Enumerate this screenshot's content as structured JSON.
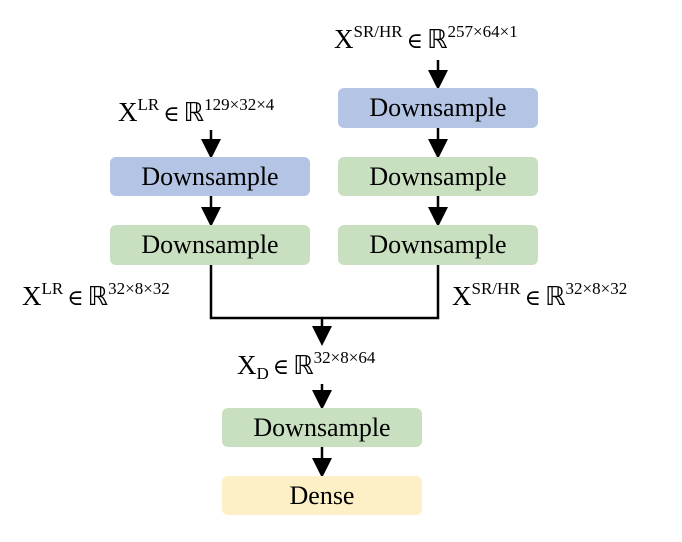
{
  "labels": {
    "x_sr_hr_input": {
      "base": "X",
      "sup": "SR/HR",
      "elem": "∈",
      "set": "ℝ",
      "dims": "257×64×1"
    },
    "x_lr_input": {
      "base": "X",
      "sup": "LR",
      "elem": "∈",
      "set": "ℝ",
      "dims": "129×32×4"
    },
    "x_lr_mid": {
      "base": "X",
      "sup": "LR",
      "elem": "∈",
      "set": "ℝ",
      "dims": "32×8×32"
    },
    "x_sr_hr_mid": {
      "base": "X",
      "sup": "SR/HR",
      "elem": "∈",
      "set": "ℝ",
      "dims": "32×8×32"
    },
    "x_d": {
      "base": "X",
      "sub": "D",
      "elem": "∈",
      "set": "ℝ",
      "dims": "32×8×64"
    }
  },
  "blocks": {
    "lr_down_1": "Downsample",
    "lr_down_2": "Downsample",
    "hr_down_1": "Downsample",
    "hr_down_2": "Downsample",
    "hr_down_3": "Downsample",
    "merged_down": "Downsample",
    "dense": "Dense"
  },
  "colors": {
    "blue_block": "#b4c4e4",
    "green_block": "#c9e0c0",
    "dense_block": "#fdefc6"
  }
}
